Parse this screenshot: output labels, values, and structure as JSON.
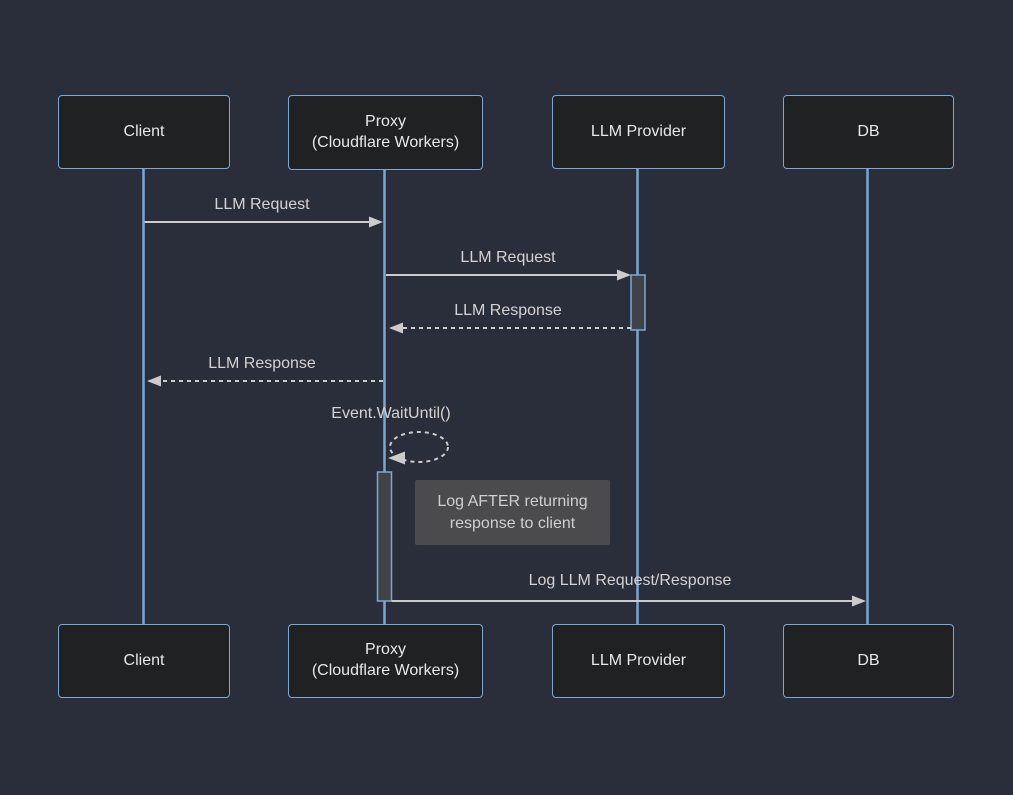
{
  "diagram": {
    "type": "sequence-diagram",
    "participants": [
      {
        "id": "client",
        "lines": [
          "Client"
        ]
      },
      {
        "id": "proxy",
        "lines": [
          "Proxy",
          "(Cloudflare Workers)"
        ]
      },
      {
        "id": "llm-provider",
        "lines": [
          "LLM Provider"
        ]
      },
      {
        "id": "db",
        "lines": [
          "DB"
        ]
      }
    ],
    "messages": [
      {
        "from": "client",
        "to": "proxy",
        "label": "LLM Request",
        "line": "solid"
      },
      {
        "from": "proxy",
        "to": "llm-provider",
        "label": "LLM Request",
        "line": "solid"
      },
      {
        "from": "llm-provider",
        "to": "proxy",
        "label": "LLM Response",
        "line": "dashed"
      },
      {
        "from": "proxy",
        "to": "client",
        "label": "LLM Response",
        "line": "dashed"
      },
      {
        "from": "proxy",
        "to": "proxy",
        "label": "Event.WaitUntil()",
        "line": "dashed-self-loop"
      },
      {
        "from": "proxy",
        "to": "db",
        "label": "Log LLM Request/Response",
        "line": "solid"
      }
    ],
    "note": {
      "target": "proxy",
      "line1": "Log AFTER returning",
      "line2": "response to client"
    },
    "colors": {
      "background": "#2a2e3b",
      "actor_fill": "#1f2122",
      "actor_border": "#7da7d4",
      "lifeline": "#78a7d6",
      "signal": "#cccccc",
      "actor_text": "#e8e8e8",
      "note_fill": "#4b4b4d",
      "note_text": "#cfcfcf",
      "activation_fill": "#3f4347"
    }
  }
}
